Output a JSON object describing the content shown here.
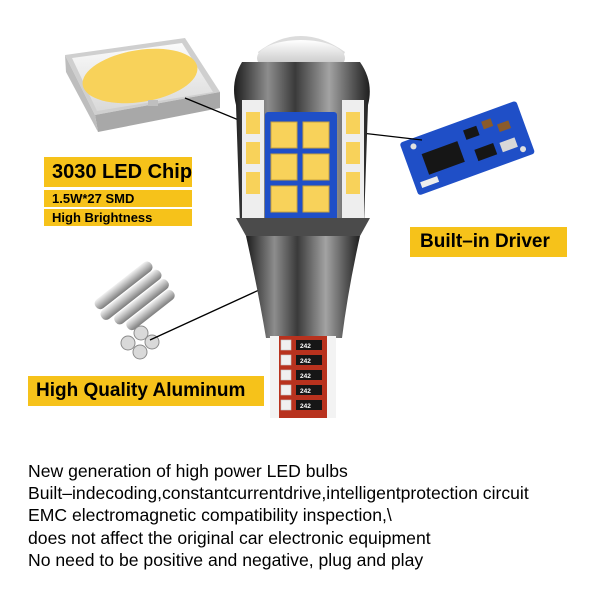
{
  "labels": {
    "chip_title": "3030 LED Chip",
    "chip_spec": "1.5W*27 SMD",
    "chip_brightness": "High Brightness",
    "driver": "Built–in Driver",
    "aluminum": "High Quality Aluminum",
    "base_marking": "242"
  },
  "description": [
    "New generation of high power LED bulbs",
    "Built–indecoding,constantcurrentdrive,intelligentprotection circuit",
    "EMC electromagnetic compatibility inspection,\\",
    "does not affect the original car electronic equipment",
    "No need to be positive and negative, plug and play"
  ],
  "colors": {
    "label_bg": "#f6c21a",
    "led": "#f8d25a",
    "board_blue": "#1f4fc7",
    "pcb": "#b8321e"
  }
}
